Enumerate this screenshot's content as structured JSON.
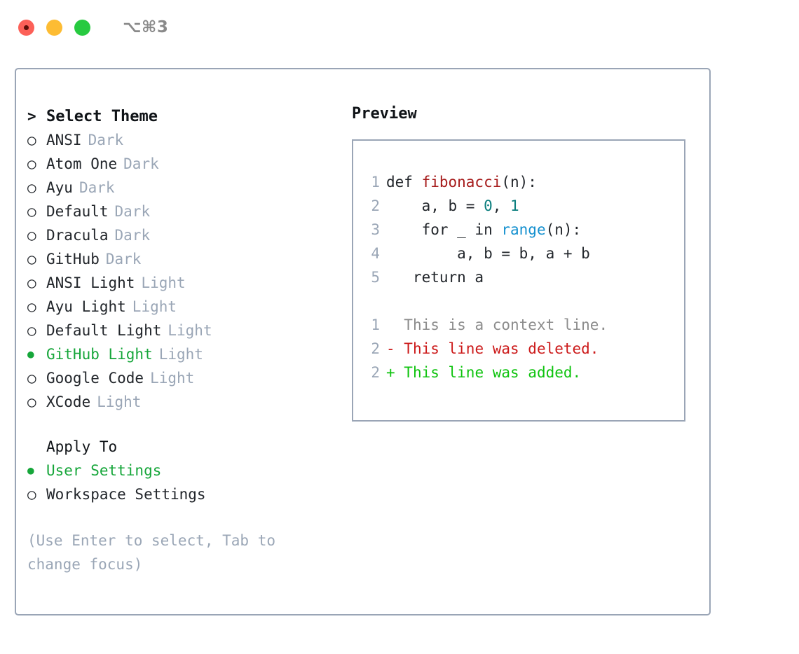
{
  "window": {
    "shortcut": "⌥⌘3",
    "traffic_lights": [
      {
        "name": "close",
        "color": "#fc6058"
      },
      {
        "name": "minimize",
        "color": "#fdbc33"
      },
      {
        "name": "maximize",
        "color": "#27ca40"
      }
    ]
  },
  "colors": {
    "border": "#9aa5b6",
    "accent_green": "#16a63a",
    "muted": "#9aa6b6",
    "text": "#22262b",
    "diff_add": "#0ec30e",
    "diff_del": "#cc1a1a",
    "diff_context": "#8c8c8c",
    "syntax_function": "#a61b1b",
    "syntax_number": "#0b7e7e",
    "syntax_builtin": "#1490cf"
  },
  "theme_picker": {
    "header": "Select Theme",
    "header_marker": ">",
    "marker_unselected": "○",
    "marker_selected": "●",
    "items": [
      {
        "name": "ANSI",
        "variant": "Dark",
        "selected": false
      },
      {
        "name": "Atom One",
        "variant": "Dark",
        "selected": false
      },
      {
        "name": "Ayu",
        "variant": "Dark",
        "selected": false
      },
      {
        "name": "Default",
        "variant": "Dark",
        "selected": false
      },
      {
        "name": "Dracula",
        "variant": "Dark",
        "selected": false
      },
      {
        "name": "GitHub",
        "variant": "Dark",
        "selected": false
      },
      {
        "name": "ANSI Light",
        "variant": "Light",
        "selected": false
      },
      {
        "name": "Ayu Light",
        "variant": "Light",
        "selected": false
      },
      {
        "name": "Default Light",
        "variant": "Light",
        "selected": false
      },
      {
        "name": "GitHub Light",
        "variant": "Light",
        "selected": true
      },
      {
        "name": "Google Code",
        "variant": "Light",
        "selected": false
      },
      {
        "name": "XCode",
        "variant": "Light",
        "selected": false
      }
    ]
  },
  "apply_to": {
    "header": "Apply To",
    "items": [
      {
        "label": "User Settings",
        "selected": true
      },
      {
        "label": "Workspace Settings",
        "selected": false
      }
    ]
  },
  "hint": "(Use Enter to select, Tab to change focus)",
  "preview": {
    "header": "Preview",
    "code_lines": [
      {
        "num": "1",
        "segments": [
          {
            "text": "def ",
            "style": "plain"
          },
          {
            "text": "fibonacci",
            "style": "func"
          },
          {
            "text": "(n):",
            "style": "plain"
          }
        ]
      },
      {
        "num": "2",
        "segments": [
          {
            "text": "    a, b = ",
            "style": "plain"
          },
          {
            "text": "0",
            "style": "num"
          },
          {
            "text": ", ",
            "style": "plain"
          },
          {
            "text": "1",
            "style": "num"
          }
        ]
      },
      {
        "num": "3",
        "segments": [
          {
            "text": "    for _ in ",
            "style": "plain"
          },
          {
            "text": "range",
            "style": "builtin"
          },
          {
            "text": "(n):",
            "style": "plain"
          }
        ]
      },
      {
        "num": "4",
        "segments": [
          {
            "text": "        a, b = b, a + b",
            "style": "plain"
          }
        ]
      },
      {
        "num": "5",
        "segments": [
          {
            "text": "   return a",
            "style": "plain"
          }
        ]
      }
    ],
    "diff_lines": [
      {
        "num": "1",
        "marker": " ",
        "text": " This is a context line.",
        "kind": "context"
      },
      {
        "num": "2",
        "marker": "-",
        "text": " This line was deleted.",
        "kind": "del"
      },
      {
        "num": "2",
        "marker": "+",
        "text": " This line was added.",
        "kind": "add"
      }
    ]
  }
}
